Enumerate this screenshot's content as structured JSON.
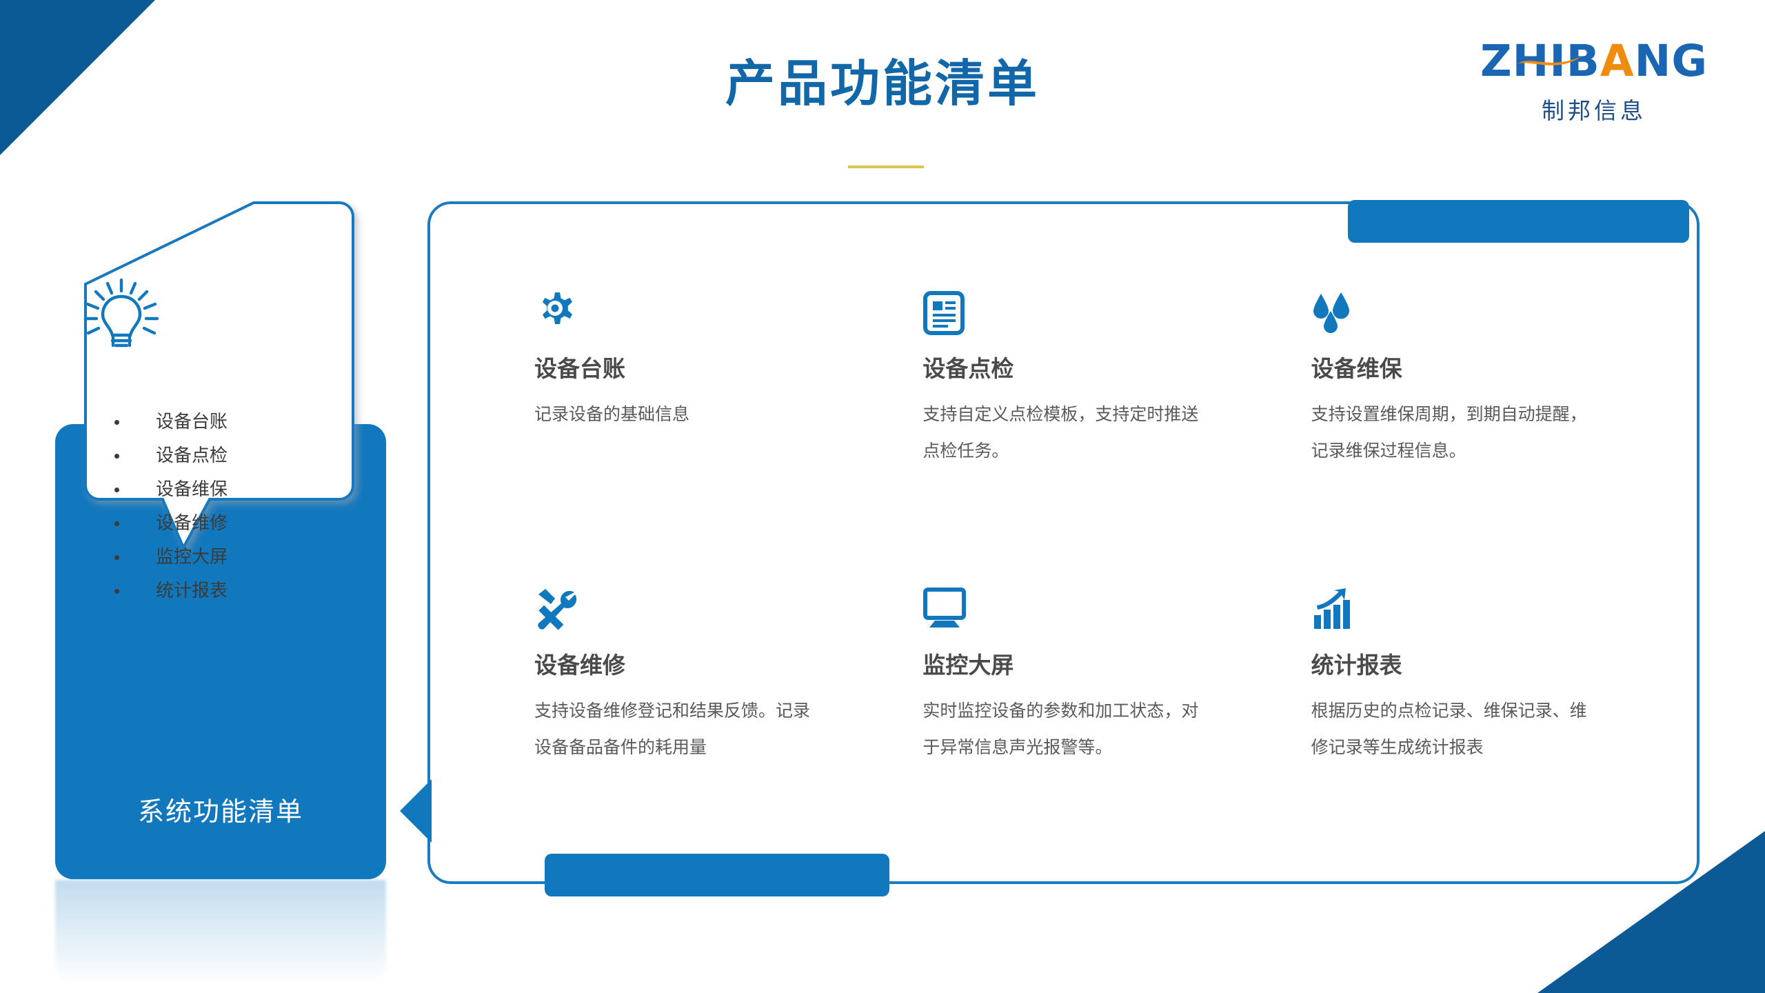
{
  "header": {
    "title": "产品功能清单",
    "accent_color": "#1167A8",
    "underline_color": "#D8C451"
  },
  "logo": {
    "wordmark_prefix": "ZHIB",
    "wordmark_accent": "A",
    "wordmark_suffix": "NG",
    "full_wordmark": "ZHIBANG",
    "subtitle": "制邦信息",
    "brand_blue": "#1A66B3",
    "brand_orange": "#EE8C10"
  },
  "sidebar": {
    "bullet_items": [
      {
        "label": "设备台账"
      },
      {
        "label": "设备点检"
      },
      {
        "label": "设备维保"
      },
      {
        "label": "设备维修"
      },
      {
        "label": "监控大屏"
      },
      {
        "label": "统计报表"
      }
    ],
    "blue_box_label": "系统功能清单",
    "blue_box_color": "#1278BE",
    "icon": "lightbulb-icon"
  },
  "panel": {
    "border_color": "#1A7CBE",
    "tab_color": "#1278BE",
    "features": [
      {
        "icon": "gear-icon",
        "title": "设备台账",
        "desc": "记录设备的基础信息"
      },
      {
        "icon": "checklist-document-icon",
        "title": "设备点检",
        "desc": "支持自定义点检模板，支持定时推送点检任务。"
      },
      {
        "icon": "water-drops-icon",
        "title": "设备维保",
        "desc": "支持设置维保周期，到期自动提醒，记录维保过程信息。"
      },
      {
        "icon": "hammer-wrench-icon",
        "title": "设备维修",
        "desc": "支持设备维修登记和结果反馈。记录设备备品备件的耗用量"
      },
      {
        "icon": "monitor-icon",
        "title": "监控大屏",
        "desc": "实时监控设备的参数和加工状态，对于异常信息声光报警等。"
      },
      {
        "icon": "bar-chart-growth-icon",
        "title": "统计报表",
        "desc": "根据历史的点检记录、维保记录、维修记录等生成统计报表"
      }
    ]
  },
  "decor": {
    "corner_color": "#0B5A96"
  }
}
